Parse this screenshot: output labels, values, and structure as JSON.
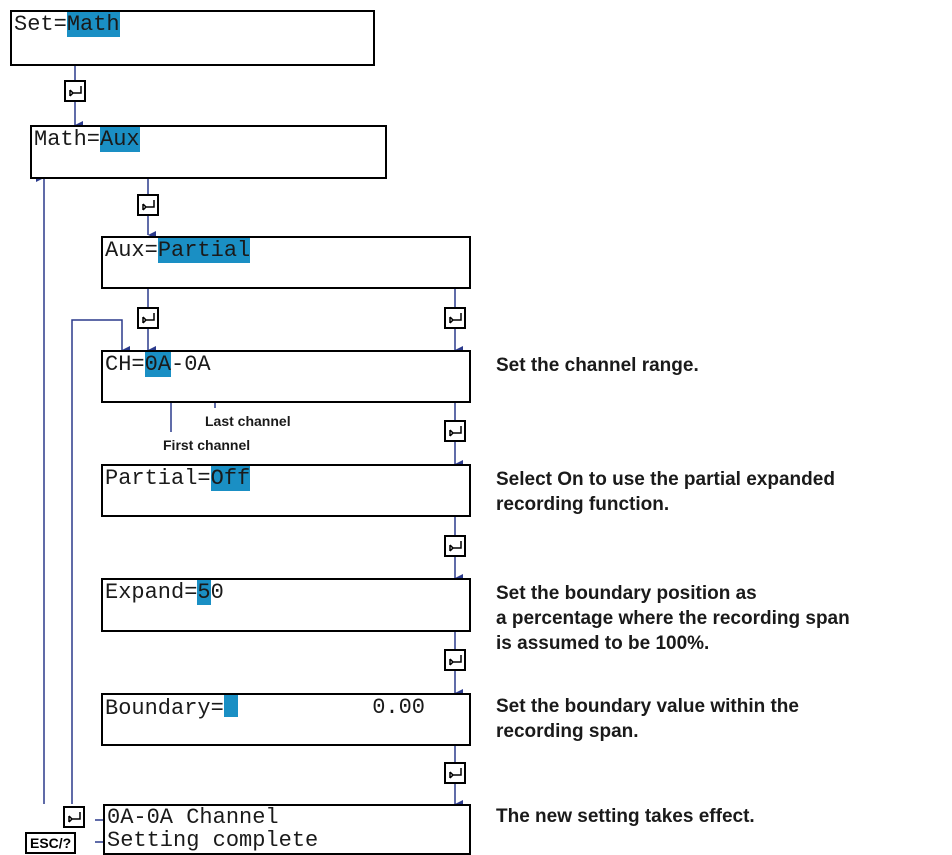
{
  "screens": {
    "set": {
      "prefix": "Set=",
      "value": "Math"
    },
    "math": {
      "prefix": "Math=",
      "value": "Aux"
    },
    "aux": {
      "prefix": "Aux=",
      "value": "Partial"
    },
    "ch": {
      "prefix": "CH=",
      "first": "0A",
      "sep": "-",
      "last": "0A"
    },
    "partial": {
      "prefix": "Partial=",
      "value": "Off"
    },
    "expand": {
      "prefix": "Expand=",
      "cursor_digit": "5",
      "rest": "0"
    },
    "boundary": {
      "prefix": "Boundary=",
      "value": "0.00"
    },
    "complete": {
      "line1": "0A-0A Channel",
      "line2": "Setting complete"
    }
  },
  "labels": {
    "last_channel": "Last channel",
    "first_channel": "First channel",
    "esc_key": "ESC/?"
  },
  "notes": {
    "channel_range": "Set the channel range.",
    "partial_line1": "Select On to use the partial expanded",
    "partial_line2": "recording function.",
    "expand_line1": "Set the boundary position as",
    "expand_line2": "a percentage where the recording span",
    "expand_line3": "is assumed to be 100%.",
    "boundary_line1": "Set the boundary value within the",
    "boundary_line2": "recording span.",
    "complete": "The new setting takes effect."
  },
  "colors": {
    "highlight": "#1a8fc4",
    "connector": "#2b3a8c"
  },
  "icons": {
    "enter_key": "enter-key-icon"
  }
}
